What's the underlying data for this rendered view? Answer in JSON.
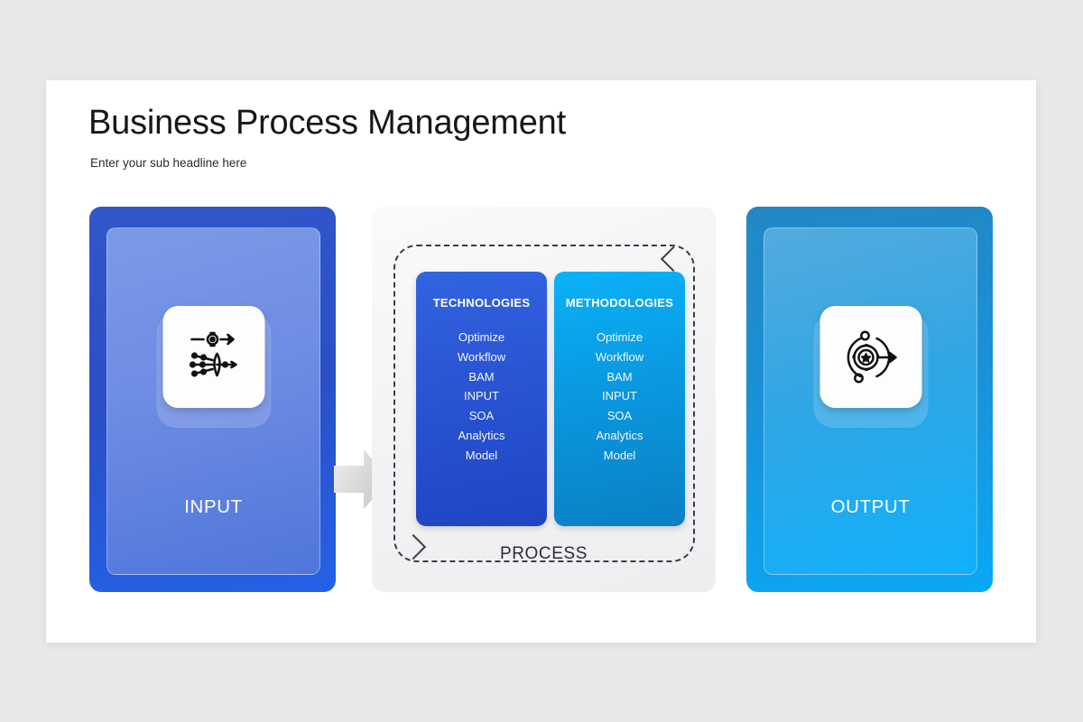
{
  "slide": {
    "title": "Business Process Management",
    "subtitle": "Enter your sub headline here"
  },
  "input_card": {
    "label": "INPUT",
    "icon": "process-funnel-icon",
    "color_outer": "#2a4fc6",
    "color_inner": "#6d8ce3"
  },
  "output_card": {
    "label": "OUTPUT",
    "icon": "gear-target-arrow-icon",
    "color_outer": "#1a90d6",
    "color_inner": "#31a6e4"
  },
  "process": {
    "label": "PROCESS",
    "loop_arrow_top": "arrow-left-icon",
    "loop_arrow_bottom": "arrow-right-icon",
    "columns": [
      {
        "heading": "TECHNOLOGIES",
        "color": "#2a55d4",
        "items": [
          "Optimize",
          "Workflow",
          "BAM",
          "INPUT",
          "SOA",
          "Analytics",
          "Model"
        ]
      },
      {
        "heading": "METHODOLOGIES",
        "color": "#0a9ae2",
        "items": [
          "Optimize",
          "Workflow",
          "BAM",
          "INPUT",
          "SOA",
          "Analytics",
          "Model"
        ]
      }
    ]
  },
  "flow_arrows": [
    {
      "name": "arrow-input-to-process",
      "direction": "right"
    },
    {
      "name": "arrow-process-to-output",
      "direction": "right"
    }
  ]
}
